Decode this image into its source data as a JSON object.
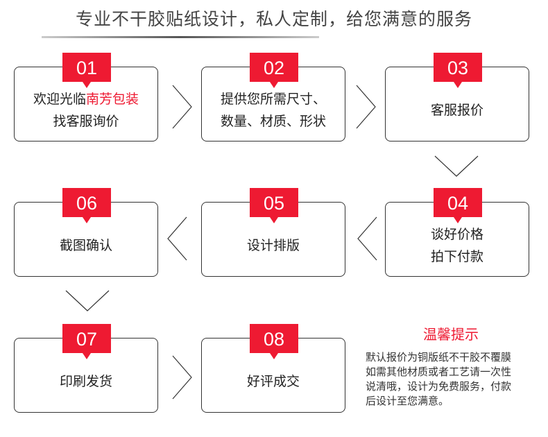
{
  "header": {
    "title": "专业不干胶贴纸设计，私人定制，给您满意的服务"
  },
  "accent_color": "#ee1a32",
  "steps": [
    {
      "number": "01",
      "line1_plain": "欢迎光临",
      "line1_highlight": "南芳包装",
      "line2": "找客服询价"
    },
    {
      "number": "02",
      "line1": "提供您所需尺寸、",
      "line2": "数量、材质、形状"
    },
    {
      "number": "03",
      "line1": "客服报价"
    },
    {
      "number": "04",
      "line1": "谈好价格",
      "line2": "拍下付款"
    },
    {
      "number": "05",
      "line1": "设计排版"
    },
    {
      "number": "06",
      "line1": "截图确认"
    },
    {
      "number": "07",
      "line1": "印刷发货"
    },
    {
      "number": "08",
      "line1": "好评成交"
    }
  ],
  "tips": {
    "title": "温馨提示",
    "lines": [
      "默认报价为铜版纸不干胶不覆膜",
      "如需其他材质或者工艺请一次性",
      "说清哦，设计为免费服务，付款",
      "后设计至您满意。"
    ]
  }
}
